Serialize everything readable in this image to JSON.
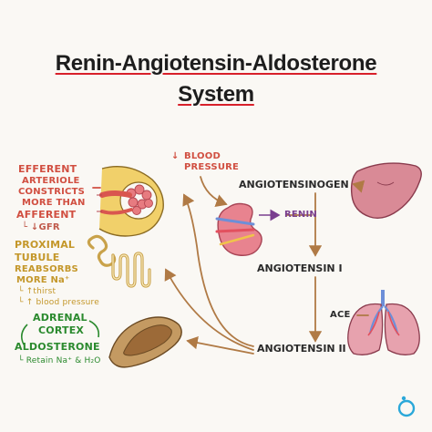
{
  "title": {
    "line1": "Renin-Angiotensin-Aldosterone",
    "line2": "System"
  },
  "colors": {
    "arrow": "#b07a45",
    "title_underline": "#d8202a",
    "kidney": "#e8838f",
    "liver": "#d98a96",
    "lungs": "#e7a2ae",
    "adrenal": "#c49a62"
  },
  "cascade": {
    "blood_pressure": [
      "BLOOD",
      "PRESSURE"
    ],
    "angiotensinogen": "ANGIOTENSINOGEN",
    "renin": "RENIN",
    "angiotensin_1": "ANGIOTENSIN I",
    "ace": "ACE",
    "angiotensin_2": "ANGIOTENSIN II"
  },
  "effects": {
    "efferent": {
      "lines": [
        "EFFERENT",
        "ARTERIOLE",
        "CONSTRICTS",
        "MORE THAN",
        "AFFERENT"
      ],
      "note": "↓GFR"
    },
    "proximal": {
      "lines": [
        "PROXIMAL",
        "TUBULE",
        "REABSORBS",
        "MORE Na⁺"
      ],
      "notes": [
        "↑thirst",
        "↑ blood pressure"
      ]
    },
    "adrenal": {
      "lines": [
        "ADRENAL",
        "CORTEX"
      ],
      "hormone": "ALDOSTERONE",
      "note": "Retain Na⁺ & H₂O"
    }
  },
  "icons": [
    "glomerulus-icon",
    "nephron-tubule-icon",
    "adrenal-gland-icon",
    "kidney-icon",
    "liver-icon",
    "lungs-icon",
    "brand-logo-icon"
  ]
}
